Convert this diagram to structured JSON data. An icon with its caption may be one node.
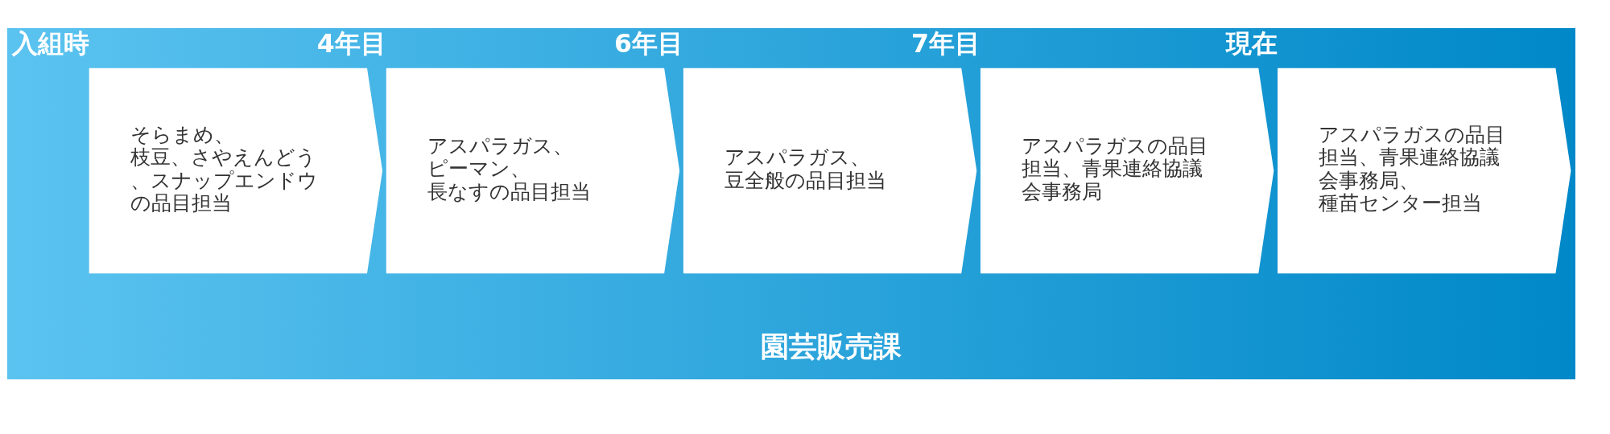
{
  "diagram": {
    "nodes": [
      {
        "text": [
          "入組時",
          "そらまめ、枝豆、さやえんどう、スナップエンドウの品目担当"
        ]
      },
      {
        "text": [
          "4年目",
          "アスパラガス、ピーマン、長なすの品目担当"
        ]
      },
      {
        "text": [
          "6年目",
          "アスパラガス、豆全般の品目担当"
        ]
      },
      {
        "text": [
          "7年目",
          "アスパラガスの品目担当、青果連絡協議会事務局"
        ]
      },
      {
        "text": [
          "現在",
          "アスパラガスの品目担当、青果連絡協議会事務局、種苗センター担当"
        ]
      }
    ],
    "edges": [],
    "labels": [
      "園芸販売課"
    ]
  }
}
